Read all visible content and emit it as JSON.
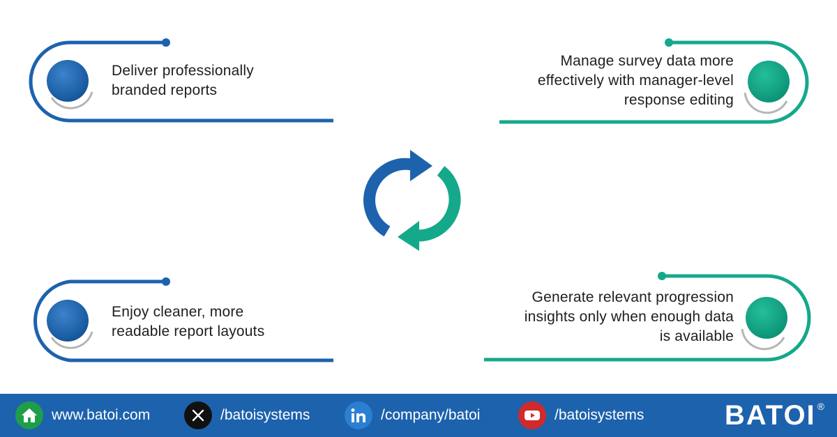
{
  "features": [
    {
      "lines": [
        "Deliver professionally",
        "branded reports"
      ]
    },
    {
      "lines": [
        "Manage survey data more",
        "effectively with manager-level",
        "response editing"
      ]
    },
    {
      "lines": [
        "Enjoy cleaner, more",
        "readable report layouts"
      ]
    },
    {
      "lines": [
        "Generate relevant progression",
        "insights only when enough data",
        "is available"
      ]
    }
  ],
  "footer": {
    "website": {
      "icon": "home-icon",
      "label": "www.batoi.com"
    },
    "x": {
      "icon": "x-icon",
      "label": "/batoisystems"
    },
    "linkedin": {
      "icon": "linkedin-icon",
      "label": "/company/batoi"
    },
    "youtube": {
      "icon": "youtube-icon",
      "label": "/batoisystems"
    },
    "brand": {
      "name": "BATOI",
      "mark": "®"
    }
  },
  "colors": {
    "blue": "#1d62ad",
    "teal": "#14a98a",
    "footer_bg": "#1d62ad",
    "text": "#1e1e1e"
  }
}
